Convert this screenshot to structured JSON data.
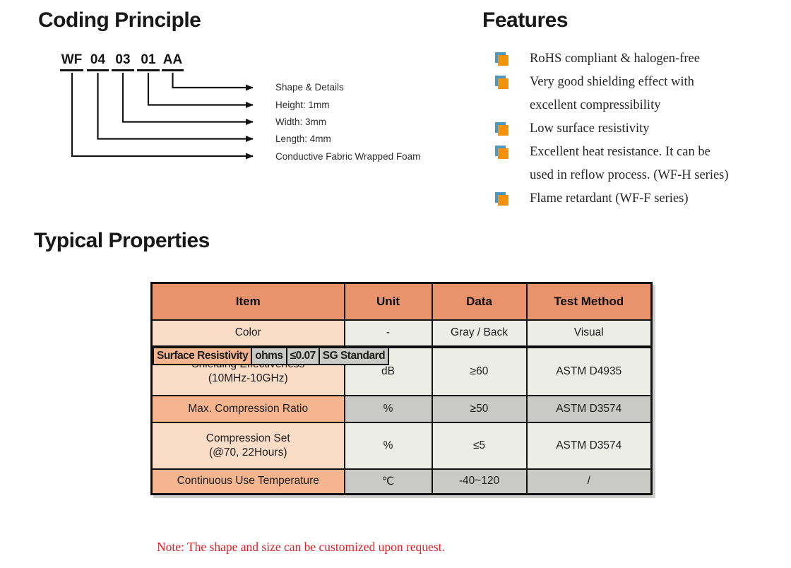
{
  "coding": {
    "title": "Coding Principle",
    "code_parts": [
      "WF",
      "04",
      "03",
      "01",
      "AA"
    ],
    "labels": [
      "Shape & Details",
      "Height: 1mm",
      "Width: 3mm",
      "Length: 4mm",
      "Conductive Fabric Wrapped Foam"
    ]
  },
  "features": {
    "title": "Features",
    "items": [
      {
        "lines": [
          "RoHS compliant & halogen-free"
        ]
      },
      {
        "lines": [
          "Very good shielding effect with",
          "excellent compressibility"
        ]
      },
      {
        "lines": [
          "Low surface resistivity"
        ]
      },
      {
        "lines": [
          "Excellent heat resistance. It can be",
          "used in reflow process. (WF-H series)"
        ]
      },
      {
        "lines": [
          "Flame retardant (WF-F series)"
        ]
      }
    ]
  },
  "properties": {
    "title": "Typical Properties",
    "table": {
      "columns": [
        "Item",
        "Unit",
        "Data",
        "Test Method"
      ],
      "rows": [
        {
          "item": "Color",
          "unit": "-",
          "data": "Gray / Back",
          "test": "Visual"
        },
        {
          "item": "Surface Resistivity",
          "unit": "ohms",
          "data": "≤0.07",
          "test": "SG Standard"
        },
        {
          "item": "Shielding Effectiveness",
          "item2": "(10MHz-10GHz)",
          "unit": "dB",
          "data": "≥60",
          "test": "ASTM D4935"
        },
        {
          "item": "Max. Compression Ratio",
          "unit": "%",
          "data": "≥50",
          "test": "ASTM D3574"
        },
        {
          "item": "Compression Set",
          "item2": "(@70, 22Hours)",
          "unit": "%",
          "data": "≤5",
          "test": "ASTM D3574"
        },
        {
          "item": "Continuous Use Temperature",
          "unit": "℃",
          "data": "-40~120",
          "test": "/"
        }
      ]
    },
    "note": "Note: The shape and size can be customized upon request."
  },
  "colors": {
    "table_header_bg": "#e8936b",
    "item_cell_light": "#fbdcc7",
    "item_cell_dark": "#f4b58f",
    "value_cell_light": "#ededE8",
    "value_cell_dark": "#c9c9c5",
    "bullet_orange": "#f39208",
    "bullet_blue": "#4b98c6",
    "note_red": "#ed1c24"
  }
}
